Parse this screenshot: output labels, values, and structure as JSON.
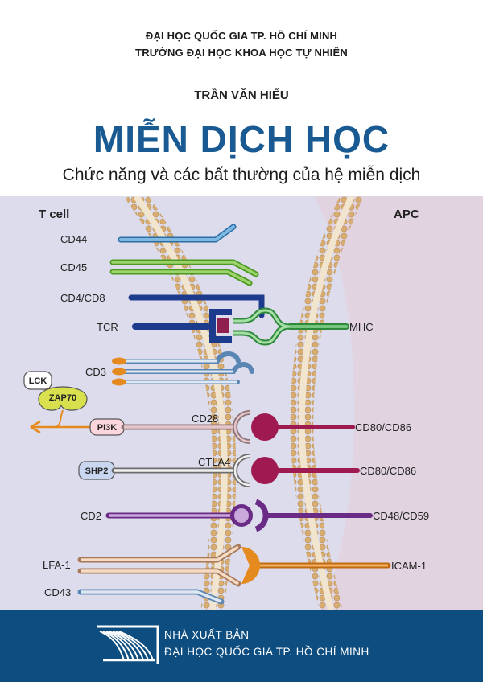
{
  "header": {
    "university": "ĐẠI HỌC QUỐC GIA TP. HỒ CHÍ MINH",
    "school": "TRƯỜNG ĐẠI HỌC KHOA HỌC TỰ NHIÊN",
    "author": "TRẦN VĂN HIẾU",
    "title": "MIỄN DỊCH HỌC",
    "subtitle": "Chức năng và các bất thường của hệ miễn dịch"
  },
  "diagram": {
    "left_cell": "T cell",
    "right_cell": "APC",
    "left_labels": {
      "cd44": "CD44",
      "cd45": "CD45",
      "cd4cd8": "CD4/CD8",
      "tcr": "TCR",
      "cd3": "CD3",
      "cd2": "CD2",
      "lfa1": "LFA-1",
      "cd43": "CD43",
      "cd28": "CD28",
      "ctla4": "CTLA4"
    },
    "right_labels": {
      "mhc": "MHC",
      "cd80a": "CD80/CD86",
      "cd80b": "CD80/CD86",
      "cd48": "CD48/CD59",
      "icam1": "ICAM-1"
    },
    "pills": {
      "lck": "LCK",
      "zap70": "ZAP70",
      "pi3k": "PI3K",
      "shp2": "SHP2"
    },
    "colors": {
      "tcell_bg": "#dcdcec",
      "apc_bg": "#e2d3e0",
      "membrane": "#d8b27a",
      "cd44": "#4a92c8",
      "cd45": "#6ab43a",
      "cd4cd8": "#1d3b8c",
      "mhc": "#3aa54a",
      "cd28": "#a01a52",
      "cd2": "#6a2b86",
      "icam": "#e58a1e"
    }
  },
  "footer": {
    "publisher_line1": "NHÀ XUẤT BẢN",
    "publisher_line2": "ĐẠI HỌC QUỐC GIA TP. HỒ CHÍ MINH"
  }
}
